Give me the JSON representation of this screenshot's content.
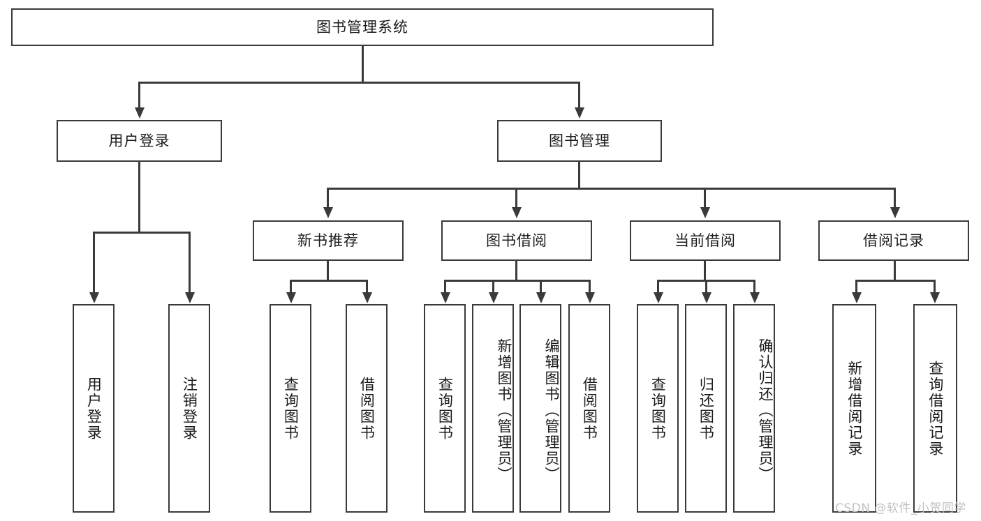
{
  "diagram": {
    "title": "图书管理系统",
    "type": "功能结构图",
    "root": {
      "label": "图书管理系统"
    },
    "level2": [
      {
        "label": "用户登录"
      },
      {
        "label": "图书管理"
      }
    ],
    "level3": [
      {
        "label": "新书推荐"
      },
      {
        "label": "图书借阅"
      },
      {
        "label": "当前借阅"
      },
      {
        "label": "借阅记录"
      }
    ],
    "leaves": {
      "user_login": [
        {
          "label": "用户登录"
        },
        {
          "label": "注销登录"
        }
      ],
      "new_book_recommend": [
        {
          "label": "查询图书"
        },
        {
          "label": "借阅图书"
        }
      ],
      "book_borrow": [
        {
          "label": "查询图书"
        },
        {
          "label": "新增图书（管理员）"
        },
        {
          "label": "编辑图书（管理员）"
        },
        {
          "label": "借阅图书"
        }
      ],
      "current_borrow": [
        {
          "label": "查询图书"
        },
        {
          "label": "归还图书"
        },
        {
          "label": "确认归还（管理员）"
        }
      ],
      "borrow_record": [
        {
          "label": "新增借阅记录"
        },
        {
          "label": "查询借阅记录"
        }
      ]
    }
  },
  "watermark": {
    "text": "CSDN @软件_小贺同学"
  },
  "colors": {
    "stroke": "#3a3a3a",
    "fill": "#ffffff",
    "text": "#1b1b1b",
    "watermark": "#c2c2c2"
  }
}
